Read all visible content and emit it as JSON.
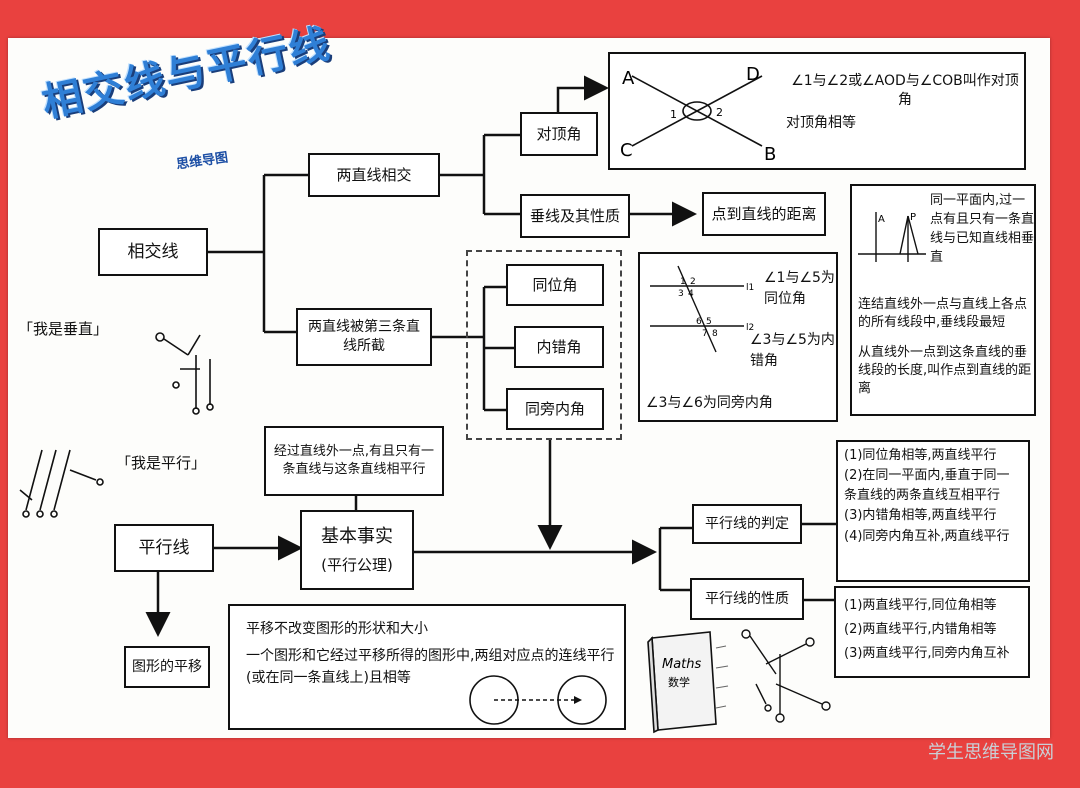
{
  "title": "相交线与平行线",
  "subtitle": "思维导图",
  "left_notes": [
    "「我是垂直」",
    "「我是平行」"
  ],
  "nodes": {
    "intersecting": "相交线",
    "two_lines": "两直线相交",
    "cut_by_third": "两直线被第三条直线所截",
    "vertical_angles": "对顶角",
    "perpendicular": "垂线及其性质",
    "point_distance": "点到直线的距离",
    "corresponding": "同位角",
    "alternate": "内错角",
    "same_side": "同旁内角",
    "parallel": "平行线",
    "basic_fact": "基本事实",
    "axiom": "(平行公理)",
    "axiom_text": "经过直线外一点,有且只有一条直线与这条直线相平行",
    "translation": "图形的平移",
    "judgment": "平行线的判定",
    "property": "平行线的性质"
  },
  "vertical_box": {
    "letters": [
      "A",
      "D",
      "C",
      "B",
      "1",
      "2"
    ],
    "line1": "∠1与∠2或∠AOD与∠COB叫作对顶角",
    "line2": "对顶角相等"
  },
  "perp_box": {
    "letters": [
      "A",
      "P"
    ],
    "text1": "同一平面内,过一点有且只有一条直线与已知直线相垂直",
    "text2": "连结直线外一点与直线上各点的所有线段中,垂线段最短",
    "text3": "从直线外一点到这条直线的垂线段的长度,叫作点到直线的距离"
  },
  "angles_box": {
    "labels": [
      "1",
      "2",
      "3",
      "4",
      "5",
      "6",
      "7",
      "8",
      "l1",
      "l2"
    ],
    "t1": "∠1与∠5为同位角",
    "t2": "∠3与∠5为内错角",
    "t3": "∠3与∠6为同旁内角"
  },
  "judgment_box": [
    "(1)同位角相等,两直线平行",
    "(2)在同一平面内,垂直于同一条直线的两条直线互相平行",
    "(3)内错角相等,两直线平行",
    "(4)同旁内角互补,两直线平行"
  ],
  "property_box": [
    "(1)两直线平行,同位角相等",
    "(2)两直线平行,内错角相等",
    "(3)两直线平行,同旁内角互补"
  ],
  "translation_box": {
    "line1": "平移不改变图形的形状和大小",
    "line2": "一个图形和它经过平移所得的图形中,两组对应点的连线平行(或在同一条直线上)且相等"
  },
  "book": {
    "label": "Maths",
    "label2": "数学"
  },
  "watermark": "学生思维导图网"
}
